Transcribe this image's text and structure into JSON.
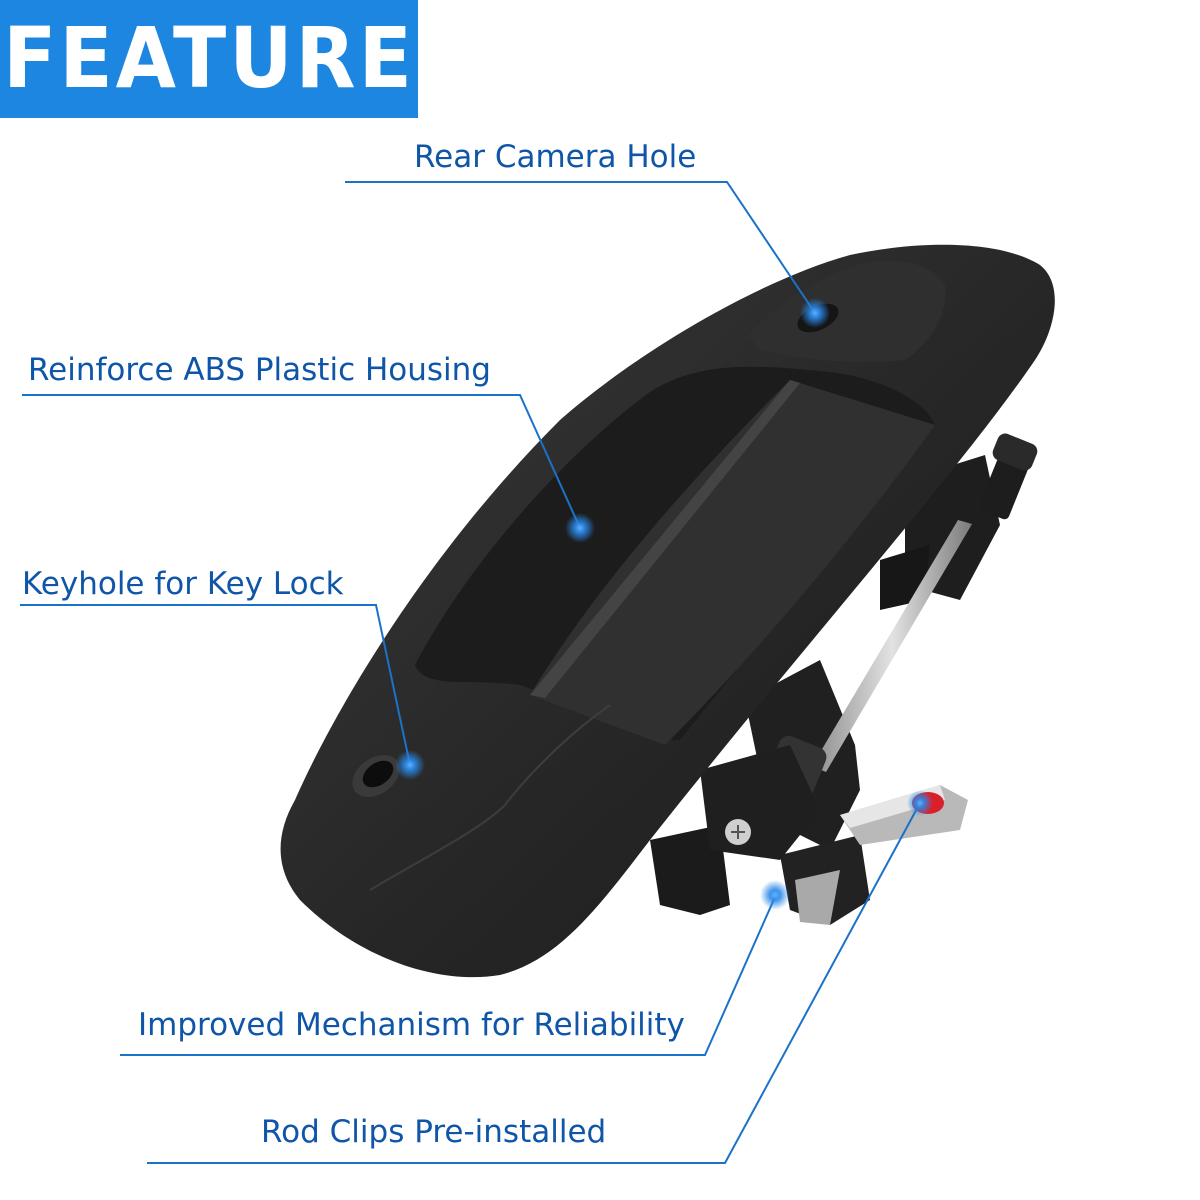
{
  "banner": {
    "title": "FEATURE",
    "color": "#1c86e0"
  },
  "callouts": {
    "rear_camera_hole": "Rear Camera Hole",
    "abs_housing": "Reinforce ABS Plastic Housing",
    "keyhole": "Keyhole for Key Lock",
    "mechanism": "Improved Mechanism for Reliability",
    "rod_clips": "Rod Clips Pre-installed"
  },
  "colors": {
    "callout_line": "#1a72c9",
    "label_text": "#0f56a8",
    "handle": "#2b2b2b",
    "red_clip": "#d8202c"
  }
}
